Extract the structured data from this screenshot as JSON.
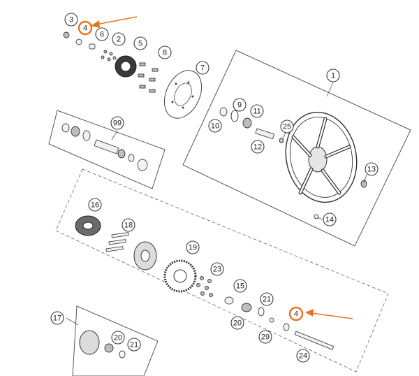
{
  "callouts": [
    {
      "id": "c3",
      "label": "3"
    },
    {
      "id": "c4a",
      "label": "4"
    },
    {
      "id": "c6",
      "label": "6"
    },
    {
      "id": "c2",
      "label": "2"
    },
    {
      "id": "c5",
      "label": "5"
    },
    {
      "id": "c8",
      "label": "8"
    },
    {
      "id": "c7",
      "label": "7"
    },
    {
      "id": "c1",
      "label": "1"
    },
    {
      "id": "c99",
      "label": "99"
    },
    {
      "id": "c9",
      "label": "9"
    },
    {
      "id": "c11",
      "label": "11"
    },
    {
      "id": "c10",
      "label": "10"
    },
    {
      "id": "c25",
      "label": "25"
    },
    {
      "id": "c12",
      "label": "12"
    },
    {
      "id": "c13",
      "label": "13"
    },
    {
      "id": "c14",
      "label": "14"
    },
    {
      "id": "c16",
      "label": "16"
    },
    {
      "id": "c18",
      "label": "18"
    },
    {
      "id": "c19",
      "label": "19"
    },
    {
      "id": "c23",
      "label": "23"
    },
    {
      "id": "c15",
      "label": "15"
    },
    {
      "id": "c21a",
      "label": "21"
    },
    {
      "id": "c4b",
      "label": "4"
    },
    {
      "id": "c20a",
      "label": "20"
    },
    {
      "id": "c29",
      "label": "29"
    },
    {
      "id": "c17",
      "label": "17"
    },
    {
      "id": "c20b",
      "label": "20"
    },
    {
      "id": "c21b",
      "label": "21"
    },
    {
      "id": "c24",
      "label": "24"
    }
  ],
  "highlight_color": "#e8731e"
}
